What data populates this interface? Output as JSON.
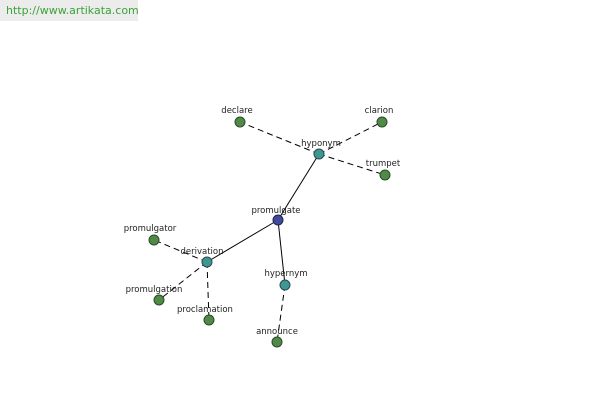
{
  "site_url": "http://www.artikata.com",
  "colors": {
    "url_text": "#3aa336",
    "banner_bg": "#ececec",
    "word_node": "#4f8a47",
    "relation_node": "#3f9693",
    "center_node": "#3f4a9a",
    "edge": "#000000"
  },
  "nodes": [
    {
      "id": "promulgate",
      "label": "promulgate",
      "kind": "center",
      "icon": "circle"
    },
    {
      "id": "hyponym",
      "label": "hyponym",
      "kind": "relation",
      "icon": "circle"
    },
    {
      "id": "derivation",
      "label": "derivation",
      "kind": "relation",
      "icon": "circle"
    },
    {
      "id": "hypernym",
      "label": "hypernym",
      "kind": "relation",
      "icon": "circle"
    },
    {
      "id": "declare",
      "label": "declare",
      "kind": "word",
      "icon": "circle"
    },
    {
      "id": "clarion",
      "label": "clarion",
      "kind": "word",
      "icon": "circle"
    },
    {
      "id": "trumpet",
      "label": "trumpet",
      "kind": "word",
      "icon": "circle"
    },
    {
      "id": "promulgator",
      "label": "promulgator",
      "kind": "word",
      "icon": "circle"
    },
    {
      "id": "promulgation",
      "label": "promulgation",
      "kind": "word",
      "icon": "circle"
    },
    {
      "id": "proclamation",
      "label": "proclamation",
      "kind": "word",
      "icon": "circle"
    },
    {
      "id": "announce",
      "label": "announce",
      "kind": "word",
      "icon": "circle"
    }
  ],
  "edges": [
    {
      "from": "promulgate",
      "to": "hyponym",
      "style": "solid"
    },
    {
      "from": "promulgate",
      "to": "derivation",
      "style": "solid"
    },
    {
      "from": "promulgate",
      "to": "hypernym",
      "style": "solid"
    },
    {
      "from": "hyponym",
      "to": "declare",
      "style": "dashed"
    },
    {
      "from": "hyponym",
      "to": "clarion",
      "style": "dashed"
    },
    {
      "from": "hyponym",
      "to": "trumpet",
      "style": "dashed"
    },
    {
      "from": "derivation",
      "to": "promulgator",
      "style": "dashed"
    },
    {
      "from": "derivation",
      "to": "promulgation",
      "style": "dashed"
    },
    {
      "from": "derivation",
      "to": "proclamation",
      "style": "dashed"
    },
    {
      "from": "hypernym",
      "to": "announce",
      "style": "dashed"
    }
  ]
}
